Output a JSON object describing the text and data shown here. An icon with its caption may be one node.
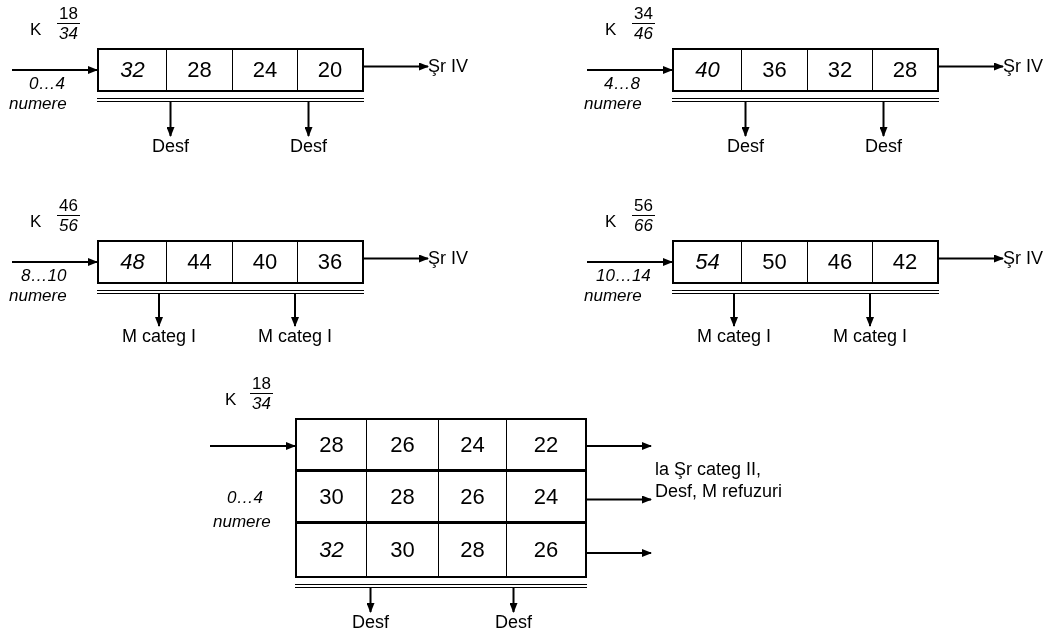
{
  "diagram": {
    "nodes": [
      {
        "text": [
          "32",
          "28",
          "24",
          "20"
        ],
        "beside": [
          "K",
          "18",
          "34",
          "0…4",
          "numere"
        ]
      },
      {
        "text": [
          "Şr IV"
        ]
      },
      {
        "text": [
          "Desf"
        ]
      },
      {
        "text": [
          "Desf"
        ]
      },
      {
        "text": [
          "40",
          "36",
          "32",
          "28"
        ],
        "beside": [
          "K",
          "34",
          "46",
          "4…8",
          "numere"
        ]
      },
      {
        "text": [
          "Şr IV"
        ]
      },
      {
        "text": [
          "Desf"
        ]
      },
      {
        "text": [
          "Desf"
        ]
      },
      {
        "text": [
          "48",
          "44",
          "40",
          "36"
        ],
        "beside": [
          "K",
          "46",
          "56",
          "8…10",
          "numere"
        ]
      },
      {
        "text": [
          "Şr IV"
        ]
      },
      {
        "text": [
          "M categ I"
        ]
      },
      {
        "text": [
          "M categ I"
        ]
      },
      {
        "text": [
          "54",
          "50",
          "46",
          "42"
        ],
        "beside": [
          "K",
          "56",
          "66",
          "10…14",
          "numere"
        ]
      },
      {
        "text": [
          "Şr IV"
        ]
      },
      {
        "text": [
          "M categ I"
        ]
      },
      {
        "text": [
          "M categ I"
        ]
      },
      {
        "text": [
          "28",
          "26",
          "24",
          "22",
          "30",
          "28",
          "26",
          "24",
          "32",
          "30",
          "28",
          "26"
        ],
        "beside": [
          "K",
          "18",
          "34",
          "0…4",
          "numere"
        ]
      },
      {
        "text": [
          "la Şr categ II, Desf, M refuzuri"
        ]
      },
      {
        "text": [
          "Desf"
        ]
      },
      {
        "text": [
          "Desf"
        ]
      }
    ],
    "edges": [
      {
        "from": null,
        "to": 0,
        "arrow": "to"
      },
      {
        "from": 0,
        "to": 1,
        "arrow": "to"
      },
      {
        "from": 0,
        "to": 2,
        "arrow": "to"
      },
      {
        "from": 0,
        "to": 3,
        "arrow": "to"
      },
      {
        "from": null,
        "to": 4,
        "arrow": "to"
      },
      {
        "from": 4,
        "to": 5,
        "arrow": "to"
      },
      {
        "from": 4,
        "to": 6,
        "arrow": "to"
      },
      {
        "from": 4,
        "to": 7,
        "arrow": "to"
      },
      {
        "from": null,
        "to": 8,
        "arrow": "to"
      },
      {
        "from": 8,
        "to": 9,
        "arrow": "to"
      },
      {
        "from": 8,
        "to": 10,
        "arrow": "to"
      },
      {
        "from": 8,
        "to": 11,
        "arrow": "to"
      },
      {
        "from": null,
        "to": 12,
        "arrow": "to"
      },
      {
        "from": 12,
        "to": 13,
        "arrow": "to"
      },
      {
        "from": 12,
        "to": 14,
        "arrow": "to"
      },
      {
        "from": 12,
        "to": 15,
        "arrow": "to"
      },
      {
        "from": null,
        "to": 16,
        "arrow": "to"
      },
      {
        "from": 16,
        "to": 17,
        "arrow": "to"
      },
      {
        "from": 16,
        "to": 17,
        "arrow": "to"
      },
      {
        "from": 16,
        "to": 17,
        "arrow": "to"
      },
      {
        "from": 16,
        "to": 18,
        "arrow": "to"
      },
      {
        "from": 16,
        "to": 19,
        "arrow": "to"
      }
    ]
  }
}
